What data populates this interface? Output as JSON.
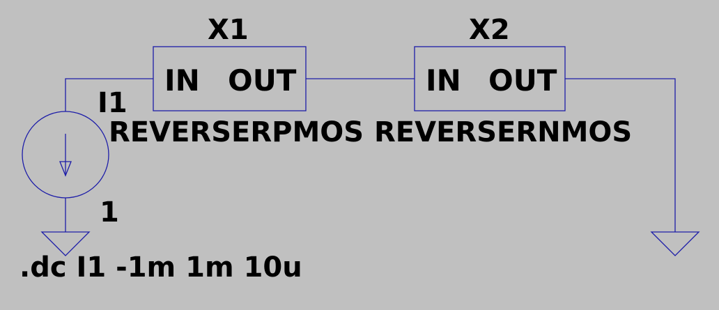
{
  "colors": {
    "background": "#c0c0c0",
    "wire": "#1c1ca8",
    "text": "#000000"
  },
  "components": {
    "x1": {
      "name": "X1",
      "port_in": "IN",
      "port_out": "OUT",
      "model": "REVERSERPMOS"
    },
    "x2": {
      "name": "X2",
      "port_in": "IN",
      "port_out": "OUT",
      "model": "REVERSERNMOS"
    },
    "i1": {
      "name": "I1",
      "value": "1"
    }
  },
  "directive": ".dc I1 -1m 1m 10u",
  "icons": {
    "current_source": "current-source-icon",
    "ground": "ground-icon"
  }
}
